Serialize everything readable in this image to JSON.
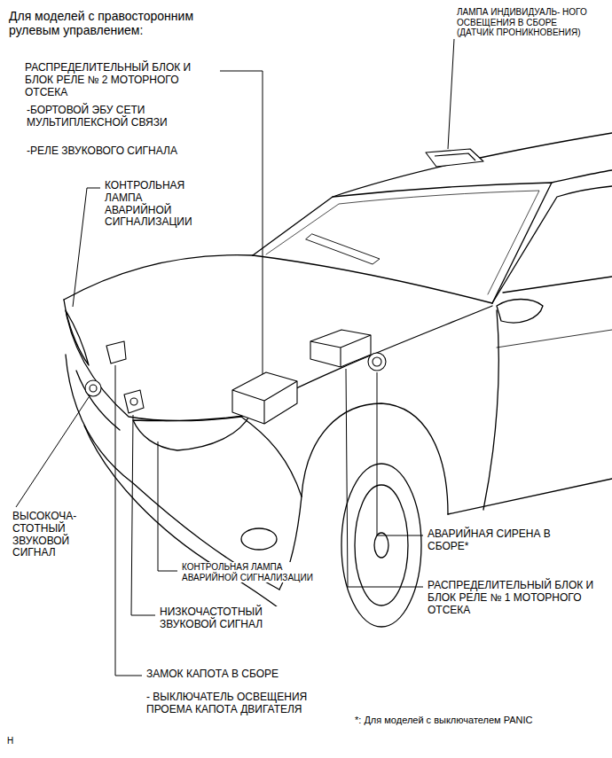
{
  "diagram": {
    "title": "Для моделей с правосторонним рулевым управлением:",
    "labels": [
      "ЛАМПА ИНДИВИДУАЛЬ- НОГО ОСВЕЩЕНИЯ В СБОРЕ (ДАТЧИК ПРОНИКНОВЕНИЯ)",
      "РАСПРЕДЕЛИТЕЛЬНЫЙ БЛОК И БЛОК РЕЛЕ № 2 МОТОРНОГО ОТСЕКА",
      "-БОРТОВОЙ ЭБУ СЕТИ МУЛЬТИПЛЕКСНОЙ СВЯЗИ",
      "-РЕЛЕ ЗВУКОВОГО СИГНАЛА",
      "КОНТРОЛЬНАЯ ЛАМПА АВАРИЙНОЙ СИГНАЛИЗАЦИИ",
      "ВЫСОКОЧА- СТОТНЫЙ ЗВУКОВОЙ СИГНАЛ",
      "КОНТРОЛЬНАЯ ЛАМПА АВАРИЙНОЙ СИГНАЛИЗАЦИИ",
      "НИЗКОЧАСТОТНЫЙ ЗВУКОВОЙ СИГНАЛ",
      "ЗАМОК КАПОТА В СБОРЕ",
      "- ВЫКЛЮЧАТЕЛЬ ОСВЕЩЕНИЯ ПРОЕМА КАПОТА ДВИГАТЕЛЯ",
      "АВАРИЙНАЯ СИРЕНА В СБОРЕ*",
      "РАСПРЕДЕЛИТЕЛЬНЫЙ БЛОК И БЛОК РЕЛЕ № 1 МОТОРНОГО ОТСЕКА",
      "*: Для моделей с выключателем PANIC",
      "H"
    ]
  }
}
